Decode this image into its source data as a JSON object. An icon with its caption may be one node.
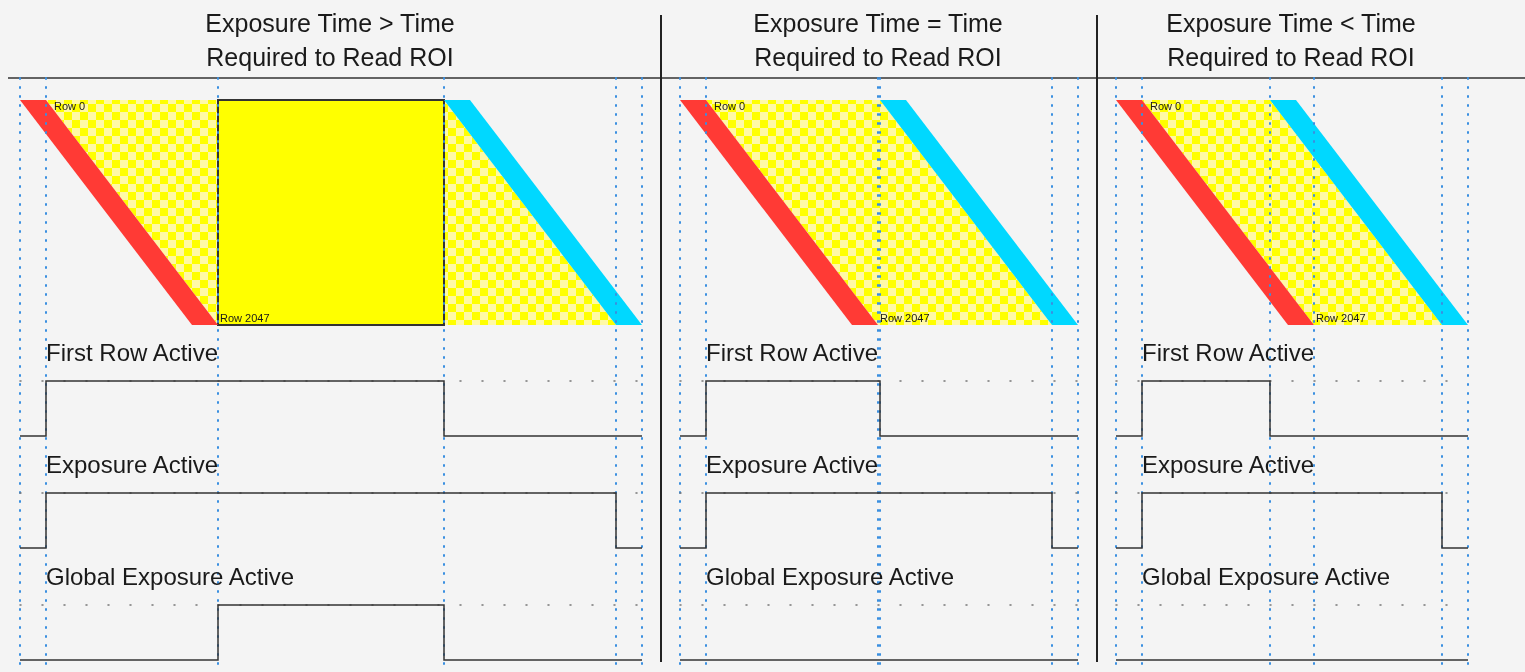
{
  "diagram": {
    "labels": [
      "Exposure Time > Time Required to Read ROI",
      "Exposure Time = Time Required to Read ROI",
      "Exposure Time < Time Required to Read ROI",
      "Row 0",
      "Row 2047",
      "First Row Active",
      "Exposure Active",
      "Global Exposure Active",
      "Row 0",
      "Row 2047",
      "First Row Active",
      "Exposure Active",
      "Global Exposure Active",
      "Row 0",
      "Row 2047",
      "First Row Active",
      "Exposure Active",
      "Global Exposure Active"
    ]
  }
}
